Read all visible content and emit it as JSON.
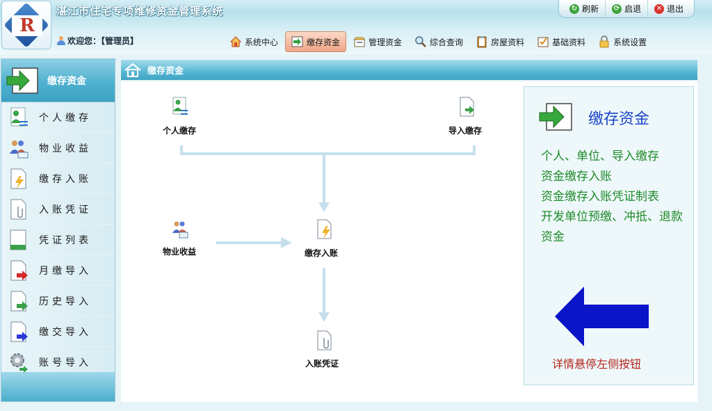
{
  "header": {
    "logo_letter": "R",
    "app_title": "湛江市住宅专项维修资金管理系统",
    "welcome": "欢迎您：【管理员】"
  },
  "top_buttons": [
    {
      "label": "刷新",
      "icon": "refresh-icon"
    },
    {
      "label": "启退",
      "icon": "switch-icon"
    },
    {
      "label": "退出",
      "icon": "exit-icon"
    }
  ],
  "nav": [
    {
      "label": "系统中心",
      "icon": "home-icon",
      "active": false
    },
    {
      "label": "缴存资金",
      "icon": "deposit-icon",
      "active": true
    },
    {
      "label": "管理资金",
      "icon": "manage-icon",
      "active": false
    },
    {
      "label": "综合查询",
      "icon": "search-icon",
      "active": false
    },
    {
      "label": "房屋资料",
      "icon": "clipboard-icon",
      "active": false
    },
    {
      "label": "基础资料",
      "icon": "basic-data-icon",
      "active": false
    },
    {
      "label": "系统设置",
      "icon": "lock-icon",
      "active": false
    }
  ],
  "sidebar": {
    "title": "缴存资金",
    "items": [
      {
        "label": "个人缴存",
        "icon": "personal-deposit-icon"
      },
      {
        "label": "物业收益",
        "icon": "property-income-icon"
      },
      {
        "label": "缴存入账",
        "icon": "deposit-posting-icon"
      },
      {
        "label": "入账凭证",
        "icon": "voucher-icon"
      },
      {
        "label": "凭证列表",
        "icon": "voucher-list-icon"
      },
      {
        "label": "月缴导入",
        "icon": "monthly-import-icon"
      },
      {
        "label": "历史导入",
        "icon": "history-import-icon"
      },
      {
        "label": "缴交导入",
        "icon": "payment-import-icon"
      },
      {
        "label": "账号导入",
        "icon": "account-import-icon"
      }
    ]
  },
  "main": {
    "title": "缴存资金",
    "flow": {
      "personal": "个人缴存",
      "import": "导入缴存",
      "property": "物业收益",
      "posting": "缴存入账",
      "voucher": "入账凭证"
    }
  },
  "panel": {
    "title": "缴存资金",
    "lines": [
      "个人、单位、导入缴存",
      "资金缴存入账",
      "资金缴存入账凭证制表",
      "开发单位预缴、冲抵、退款资金"
    ],
    "hint": "详情悬停左侧按钮"
  },
  "colors": {
    "accent": "#3ea2c4",
    "panel_title": "#1a44c8",
    "panel_text": "#1f8a2a",
    "hint": "#b3261e",
    "arrow": "#0a14c8",
    "flow_line": "#c5e0ec"
  }
}
